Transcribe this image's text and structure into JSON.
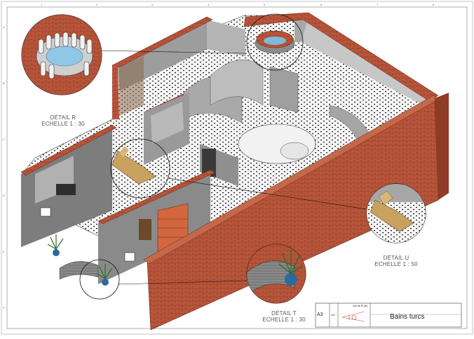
{
  "drawing": {
    "title": "Bains turcs",
    "sheet_size": "A3",
    "sheet_ref": "1/2",
    "view_label": "Vue de PLAN"
  },
  "details": [
    {
      "name": "DÉTAIL R",
      "scale": "ECHELLE 1 : 30"
    },
    {
      "name": "DÉTAIL U",
      "scale": "ECHELLE 1 : 50"
    },
    {
      "name": "DÉTAIL T",
      "scale": "ECHELLE 1 : 30"
    }
  ],
  "border": {
    "columns": [
      "1",
      "2",
      "3",
      "4",
      "5",
      "6",
      "7",
      "8"
    ],
    "rows": [
      "A",
      "B",
      "C",
      "D",
      "E",
      "F"
    ]
  },
  "colors": {
    "brick": "#b8553a",
    "wall_grey": "#8d8d8d",
    "floor_white": "#f4f4f4",
    "wood": "#c9a15e"
  }
}
